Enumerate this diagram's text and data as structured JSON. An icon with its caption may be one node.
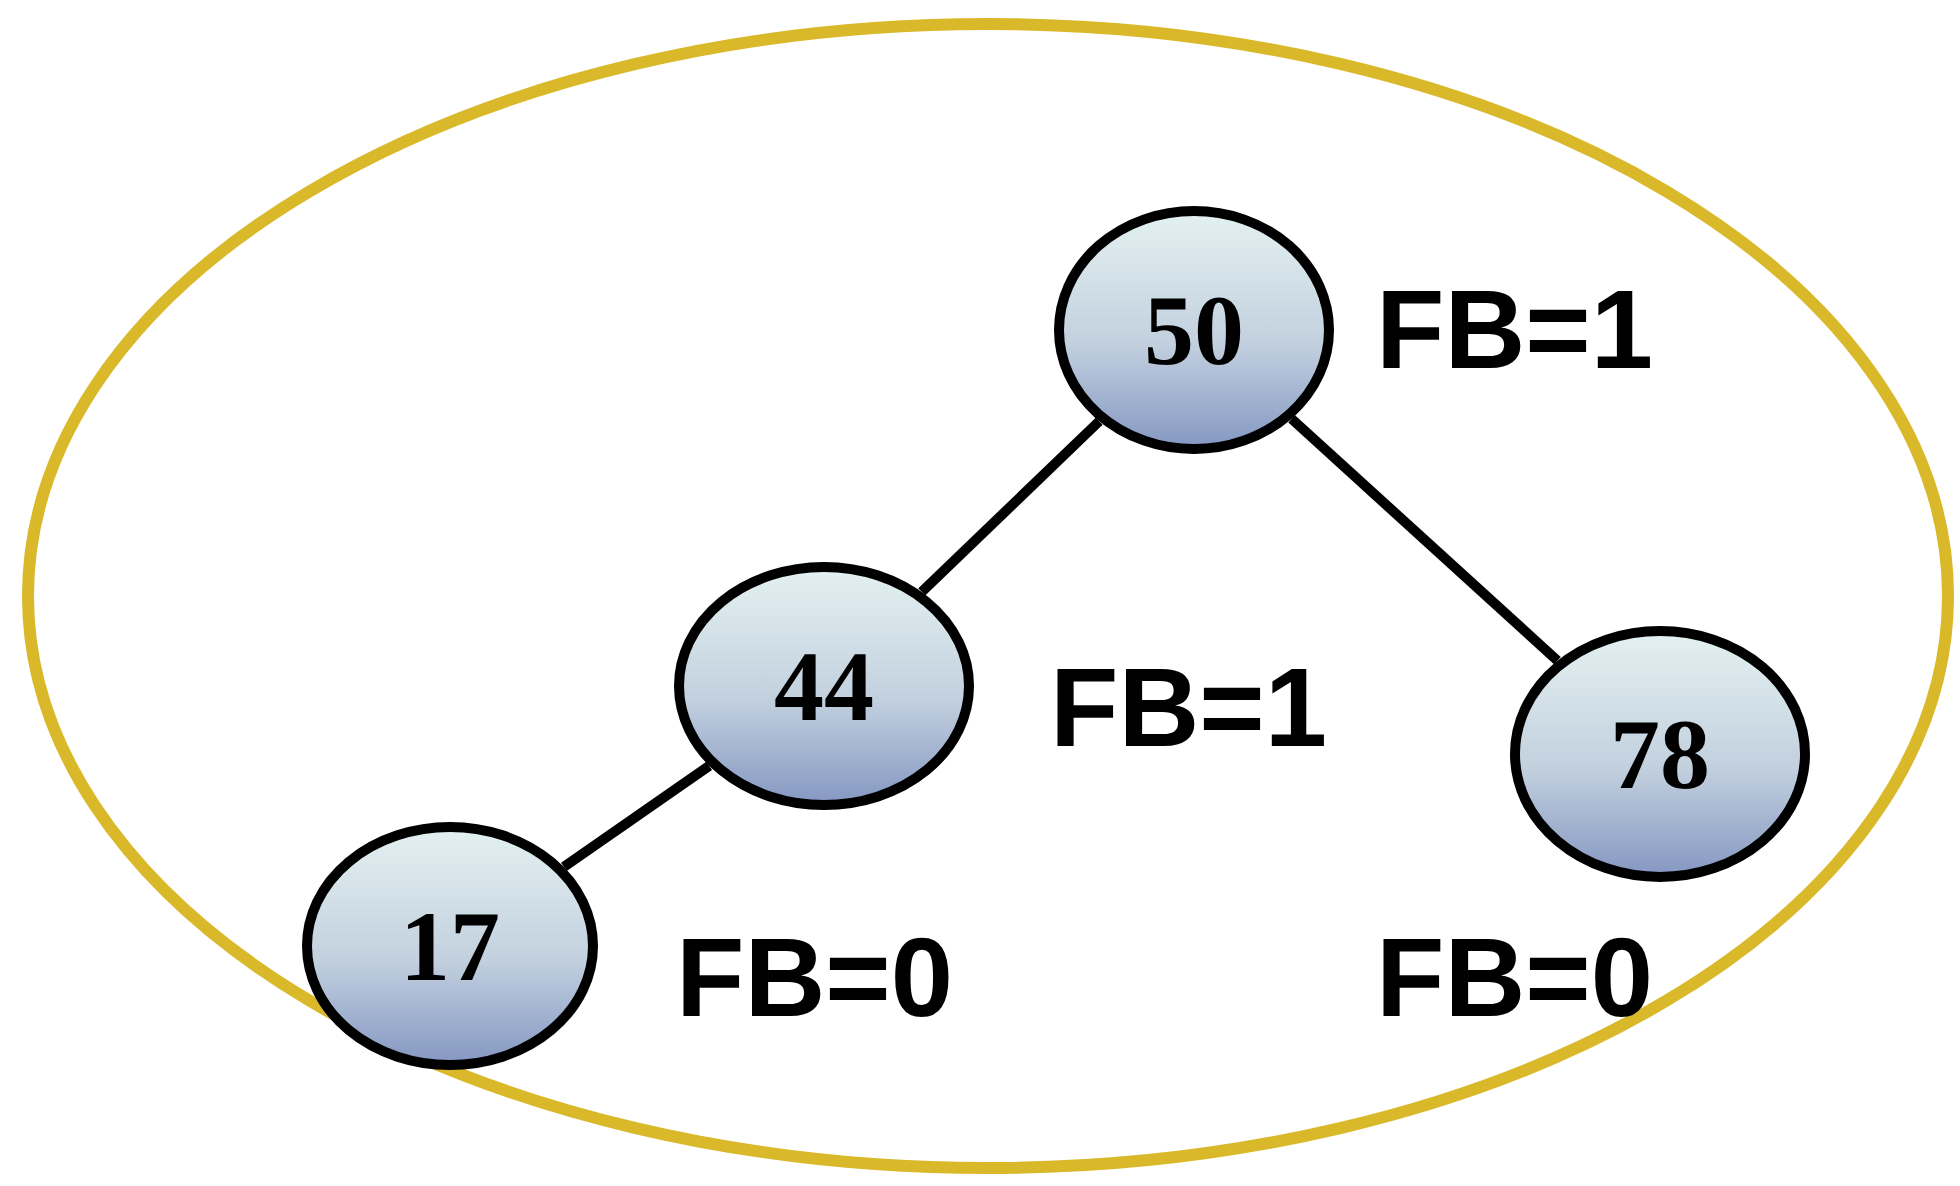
{
  "diagram": {
    "nodes": [
      {
        "text": [
          "50"
        ],
        "beside": [
          "FB=1"
        ]
      },
      {
        "text": [
          "44"
        ],
        "beside": [
          "FB=1"
        ]
      },
      {
        "text": [
          "78"
        ],
        "beside": [
          "FB=0"
        ]
      },
      {
        "text": [
          "17"
        ],
        "beside": [
          "FB=0"
        ]
      }
    ],
    "edges": [
      {
        "from": 0,
        "to": 1,
        "arrow": "none"
      },
      {
        "from": 0,
        "to": 2,
        "arrow": "none"
      },
      {
        "from": 1,
        "to": 3,
        "arrow": "none"
      }
    ]
  }
}
